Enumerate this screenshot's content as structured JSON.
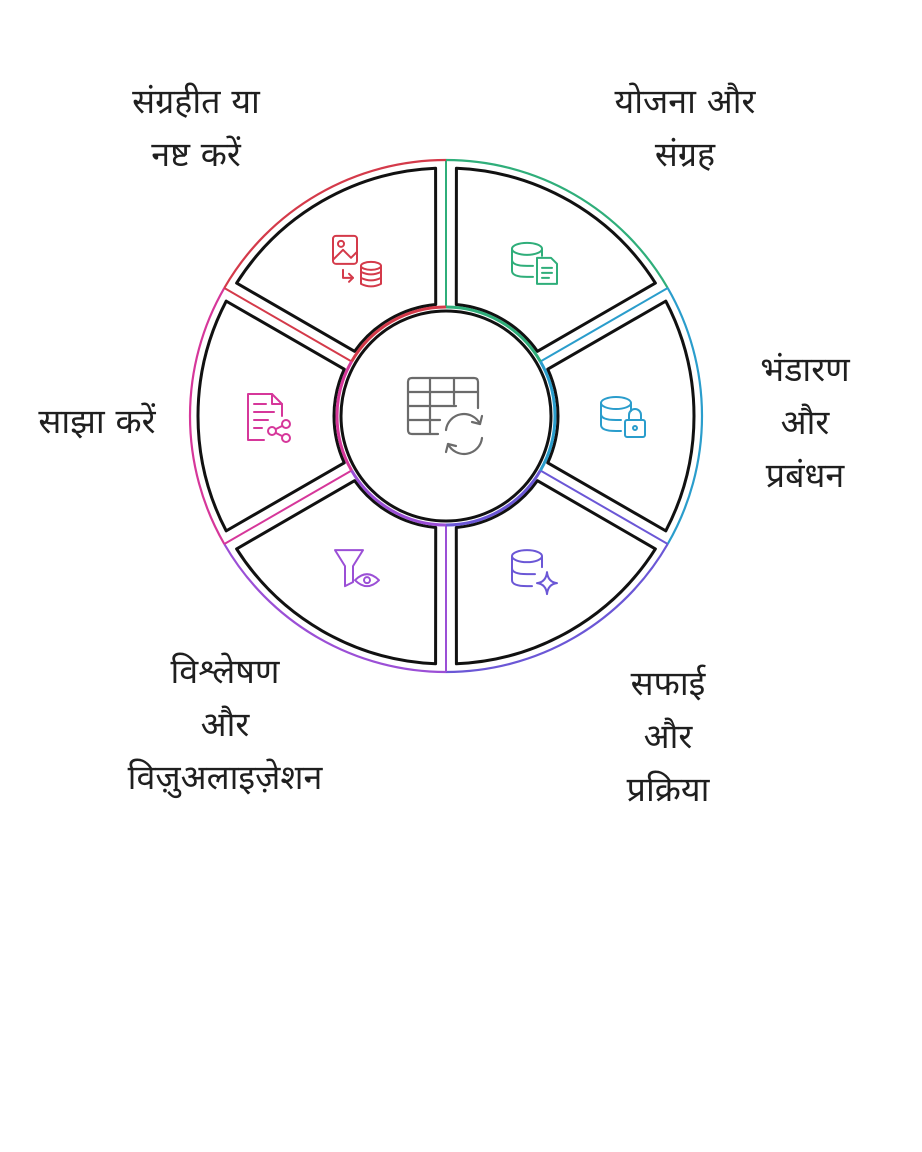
{
  "center": {
    "icon": "table-sync-icon",
    "color": "#6b6b6b"
  },
  "stages": [
    {
      "id": "plan",
      "lines": [
        "योजना और",
        "संग्रह"
      ],
      "color": "#2fae7a",
      "icon": "database-document-icon"
    },
    {
      "id": "store",
      "lines": [
        "भंडारण",
        "और",
        "प्रबंधन"
      ],
      "color": "#2a9dcc",
      "icon": "database-lock-icon"
    },
    {
      "id": "clean",
      "lines": [
        "सफाई",
        "और",
        "प्रक्रिया"
      ],
      "color": "#6b57d6",
      "icon": "database-sparkle-icon"
    },
    {
      "id": "analyze",
      "lines": [
        "विश्लेषण",
        "और",
        "विज़ुअलाइज़ेशन"
      ],
      "color": "#9b4fd6",
      "icon": "filter-eye-icon"
    },
    {
      "id": "share",
      "lines": [
        "साझा करें"
      ],
      "color": "#d6379a",
      "icon": "document-share-icon"
    },
    {
      "id": "archive",
      "lines": [
        "संग्रहीत या",
        "नष्ट करें"
      ],
      "color": "#d43a4a",
      "icon": "image-to-database-icon"
    }
  ]
}
